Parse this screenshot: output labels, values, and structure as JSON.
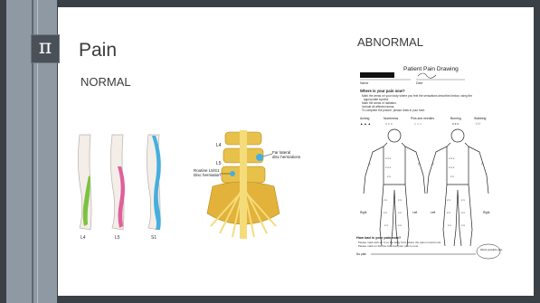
{
  "slide": {
    "pi_symbol": "π",
    "title": "Pain",
    "normal_label": "NORMAL",
    "abnormal_label": "ABNORMAL"
  },
  "normal_figure": {
    "dermatomes": [
      "L4",
      "L5",
      "S1"
    ],
    "colors": {
      "L4": "#7cc242",
      "L5": "#e0609b",
      "S1": "#47aede"
    },
    "spine_labels": {
      "l4": "L4",
      "l5": "L5",
      "far_lateral": "Far lateral\ndisc herniations",
      "routine": "Routine L5/S1\nDisc herniation"
    }
  },
  "pain_drawing": {
    "title": "Patient Pain Drawing",
    "name_field": "Name",
    "date_field": "Date",
    "question1": "Where is your pain now?",
    "instructions": [
      "Mark the areas on your body where you feel the sensations described below, using the",
      "appropriate symbol.",
      "Mark the areas of radiation.",
      "Include all affected areas.",
      "To complete the picture, please draw in your face."
    ],
    "symbols": [
      "Aching",
      "Numbness",
      "Pins and needles",
      "Burning",
      "Stabbing"
    ],
    "symbol_marks": [
      "▲ ▲ ▲",
      "= = =",
      "○ ○ ○",
      "x x x",
      "/ / /"
    ],
    "side_labels": [
      "Right",
      "Left",
      "Left",
      "Right"
    ],
    "question2": "How bad is your pain now?",
    "question2_lines": [
      "Please mark with an X on the body form where the pain is worst now.",
      "Please mark on the line how bad your pain is now."
    ],
    "scale_left": "No pain",
    "scale_right": "Worst possible pain"
  }
}
